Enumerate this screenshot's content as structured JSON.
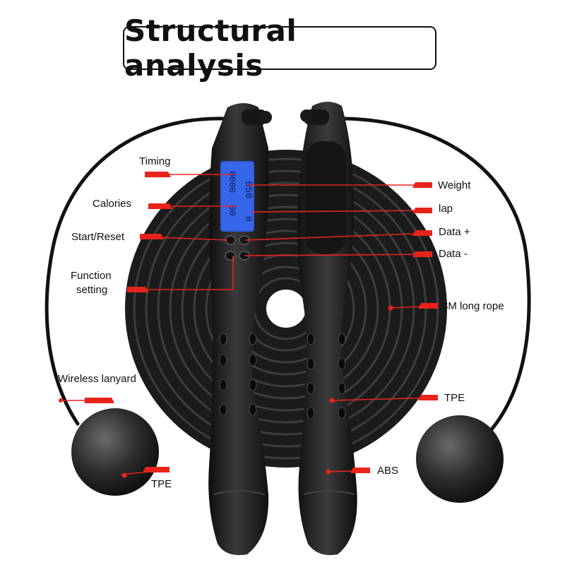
{
  "title": "Structural analysis",
  "colors": {
    "accent": "#e8231b",
    "product": "#1c1c1c",
    "lcd": "#2e5bdc"
  },
  "lcd": {
    "weight_readout": "050",
    "timing_readout": "0000",
    "calories_readout": "00",
    "lap_readout": "0"
  },
  "labels": {
    "timing": "Timing",
    "calories": "Calories",
    "start_reset": "Start/Reset",
    "function_line1": "Function",
    "function_line2": "setting",
    "wireless_lanyard": "Wireless lanyard",
    "tpe_ball": "TPE",
    "weight": "Weight",
    "lap": "lap",
    "data_plus": "Data +",
    "data_minus": "Data -",
    "rope": "3M long rope",
    "tpe_handle": "TPE",
    "abs": "ABS"
  }
}
